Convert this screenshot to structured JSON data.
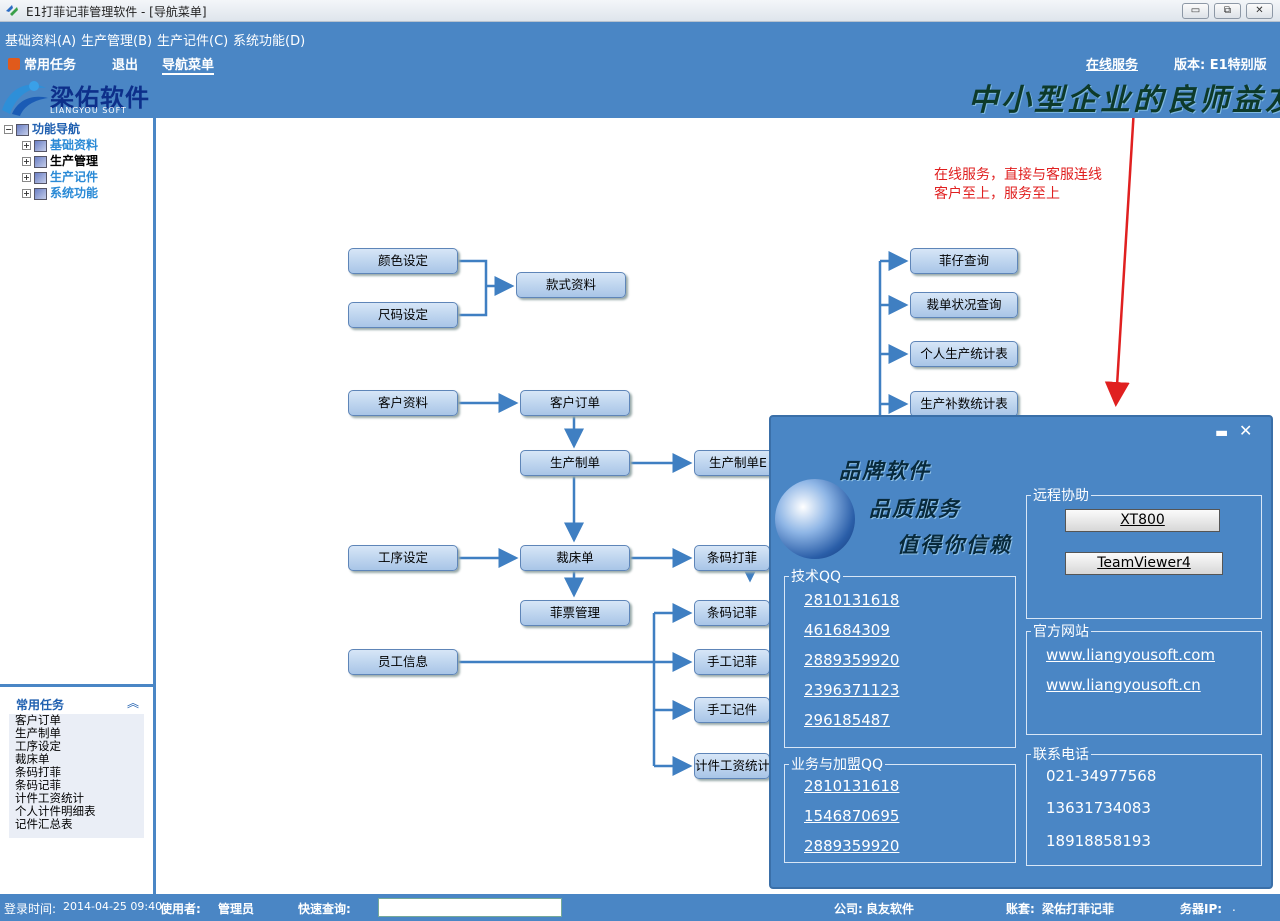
{
  "window": {
    "title": "E1打菲记菲管理软件 - [导航菜单]",
    "buttons": [
      "▭",
      "⧉",
      "✕"
    ]
  },
  "menubar": [
    "基础资料(A)",
    "生产管理(B)",
    "生产记件(C)",
    "系统功能(D)"
  ],
  "toolbar": {
    "common_tasks": "常用任务",
    "exit": "退出",
    "nav_menu": "导航菜单",
    "online_service": "在线服务",
    "version": "版本: E1特别版"
  },
  "logo": {
    "title": "梁佑软件",
    "subtitle": "LIANGYOU SOFT"
  },
  "slogan": "中小型企业的良师益友",
  "tree": {
    "root": "功能导航",
    "items": [
      "基础资料",
      "生产管理",
      "生产记件",
      "系统功能"
    ]
  },
  "tasks": {
    "title": "常用任务",
    "items": [
      "客户订单",
      "生产制单",
      "工序设定",
      "裁床单",
      "条码打菲",
      "条码记菲",
      "计件工资统计",
      "个人计件明细表",
      "记件汇总表"
    ]
  },
  "annotation": {
    "line1": "在线服务，直接与客服连线",
    "line2": "客户至上，服务至上"
  },
  "diagram": {
    "color_setting": "颜色设定",
    "size_setting": "尺码设定",
    "style_data": "款式资料",
    "customer_data": "客户资料",
    "customer_order": "客户订单",
    "production_order": "生产制单",
    "production_order_print": "生产制单E",
    "process_setting": "工序设定",
    "cutting_order": "裁床单",
    "barcode_print": "条码打菲",
    "ticket_mgmt": "菲票管理",
    "barcode_record": "条码记菲",
    "employee_info": "员工信息",
    "manual_record": "手工记菲",
    "manual_record2": "手工记件",
    "piece_wage": "计件工资统计",
    "bundle_query": "菲仔查询",
    "cutting_status_query": "裁单状况查询",
    "personal_stats": "个人生产统计表",
    "supplement_stats": "生产补数统计表"
  },
  "popup": {
    "brand_lines": [
      "品牌软件",
      "品质服务",
      "值得你信赖"
    ],
    "remote": {
      "title": "远程协助",
      "buttons": [
        "XT800",
        "TeamViewer4"
      ]
    },
    "tech_qq": {
      "title": "技术QQ",
      "numbers": [
        "2810131618",
        "461684309",
        "2889359920",
        "2396371123",
        "296185487"
      ]
    },
    "website": {
      "title": "官方网站",
      "links": [
        "www.liangyousoft.com",
        "www.liangyousoft.cn"
      ]
    },
    "business_qq": {
      "title": "业务与加盟QQ",
      "numbers": [
        "2810131618",
        "1546870695",
        "2889359920"
      ]
    },
    "phone": {
      "title": "联系电话",
      "numbers": [
        "021-34977568",
        "13631734083",
        "18918858193"
      ]
    },
    "min": "▬",
    "close": "✕"
  },
  "status": {
    "login_label": "登录时间:",
    "login_time": "2014-04-25 09:40",
    "user_label": "使用者:",
    "user": "管理员",
    "quick_label": "快速查询:",
    "company_label": "公司:",
    "company": "良友软件",
    "account_label": "账套:",
    "account": "梁佑打菲记菲",
    "server_label": "务器IP:",
    "server": "."
  }
}
